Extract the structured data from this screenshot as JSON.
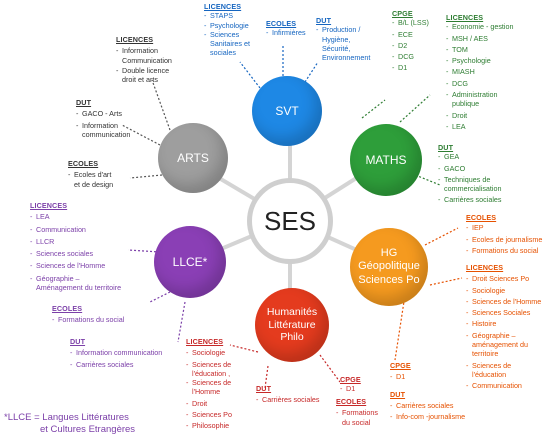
{
  "center": {
    "label": "SES"
  },
  "nodes": {
    "svt": {
      "label": "SVT",
      "color": "#1e88e5"
    },
    "maths": {
      "label": "MATHS",
      "color": "#2e9e3a"
    },
    "hg": {
      "line1": "HG",
      "line2": "Géopolitique",
      "line3": "Sciences Po",
      "color": "#f59a1f"
    },
    "humanites": {
      "line1": "Humanités",
      "line2": "Littérature",
      "line3": "Philo",
      "color": "#e43b1e"
    },
    "llce": {
      "label": "LLCE*",
      "color": "#8a3fb5"
    },
    "arts": {
      "label": "ARTS",
      "color": "#9e9e9e"
    }
  },
  "svt_licences": {
    "heading": "LICENCES",
    "items": [
      "STAPS",
      "Psychologie",
      "Sciences",
      "Sanitaires et",
      "sociales"
    ]
  },
  "svt_ecoles": {
    "heading": "ECOLES",
    "items": [
      "Infirmières"
    ]
  },
  "svt_dut": {
    "heading": "DUT",
    "items": [
      "Production /",
      "Hygiène,",
      "Sécurité,",
      "Environnement"
    ]
  },
  "maths_cpge": {
    "heading": "CPGE",
    "items": [
      "B/L (LSS)",
      "ECE",
      "D2",
      "DCG",
      "D1"
    ]
  },
  "maths_licences": {
    "heading": "LICENCES",
    "items": [
      "Economie - gestion",
      "MSH / AES",
      "TOM",
      "Psychologie",
      "MIASH",
      "DCG",
      "Administration",
      "publique",
      "Droit",
      "LEA"
    ]
  },
  "maths_dut": {
    "heading": "DUT",
    "items": [
      "GEA",
      "GACO",
      "Techniques de",
      "commercialisation",
      "Carrières sociales"
    ]
  },
  "hg_ecoles": {
    "heading": "ECOLES",
    "items": [
      "IEP",
      "Ecoles de journalisme",
      "Formations du social"
    ]
  },
  "hg_licences": {
    "heading": "LICENCES",
    "items": [
      "Droit Sciences Po",
      "Sociologie",
      "Sciences de l'Homme",
      "Sciences Sociales",
      "Histoire",
      "Géographie –",
      "aménagement du",
      "territoire",
      "Sciences de",
      "l'éducation",
      "Communication"
    ]
  },
  "hum_licences": {
    "heading": "LICENCES",
    "items": [
      "Sociologie",
      "Sciences de",
      "l'éducation ,",
      "Sciences de",
      "l'Homme",
      "Droit",
      "Sciences Po",
      "Philosophie"
    ]
  },
  "hum_dut1": {
    "heading": "DUT",
    "items": [
      "Carrières sociales"
    ]
  },
  "hum_cpge": {
    "heading": "CPGE",
    "items": [
      "D1"
    ]
  },
  "hum_ecoles": {
    "heading": "ECOLES",
    "items": [
      "Formations",
      "du social"
    ]
  },
  "hg_cpge": {
    "heading": "CPGE",
    "items": [
      "D1"
    ]
  },
  "hg_dut": {
    "heading": "DUT",
    "items": [
      "Carrières sociales",
      "Info-com -journalisme"
    ]
  },
  "llce_licences": {
    "heading": "LICENCES",
    "items": [
      "LEA",
      "Communication",
      "LLCR",
      "Sciences sociales",
      "Sciences de l'Homme",
      "Géographie –",
      "Aménagement du territoire"
    ]
  },
  "llce_ecoles": {
    "heading": "ECOLES",
    "items": [
      "Formations du social"
    ]
  },
  "llce_dut": {
    "heading": "DUT",
    "items": [
      "Information communication",
      "Carrières sociales"
    ]
  },
  "arts_licences": {
    "heading": "LICENCES",
    "items": [
      "Information",
      "Communication",
      "Double licence",
      "droit et arts"
    ]
  },
  "arts_dut": {
    "heading": "DUT",
    "items": [
      "GACO - Arts",
      "Information",
      "communication"
    ]
  },
  "arts_ecoles": {
    "heading": "ECOLES",
    "items": [
      "Ecoles d'art",
      "et de design"
    ]
  },
  "footnote": {
    "line1": "*LLCE =  Langues Littératures",
    "line2": "et Cultures Etrangères"
  }
}
